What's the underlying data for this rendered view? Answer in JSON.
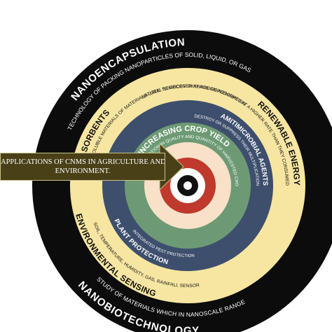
{
  "colors": {
    "outer_ring": "#0c0c0c",
    "sorbent_ring": "#f7e6a2",
    "slate_ring": "#3e4f6d",
    "green_ring": "#6d9a74",
    "cream_ring": "#f8e1c8",
    "red_ring": "#bf3a2c",
    "white_ring": "#ffffff",
    "core_black": "#111111",
    "arrow": "#4a4018"
  },
  "rings": {
    "nanoencapsulation": {
      "title": "NANOENCAPSULATION",
      "description": "TECHNOLOGY OF PACKING NANOPARTICLES OF SOLID, LIQUID, OR GAS"
    },
    "nanobiotechnology": {
      "title": "NANOBIOTECHNOLOGY",
      "description": "STUDY OF MATERIALS WHICH IN NANOSCALE RANGE"
    },
    "sorbents": {
      "title": "SORBENTS",
      "description": "INSOLUBLE MATERIALS OF MATERIALS USED TO RECOVER THROUGH ABSORPTION"
    },
    "renewable_energy": {
      "title": "RENEWABLE ENERGY",
      "description": "NATURAL SOURCES THAT ARE REPLENISHED AT A HIGHER RATE THAN THEY CONSUMED"
    },
    "environmental_sensing": {
      "title": "ENVIRONMENTAL SENSING",
      "description": "SOIL, TEMPERATURE, HUMIDITY, GAS, RAINFALL SENSOR"
    },
    "antimicrobial_agents": {
      "title": "AMITIMICROBIAL AGENTS",
      "description": "DESTROY OR SUPPRESS THEIR MULTIPLICATION"
    },
    "plant_protection": {
      "title": "PLANT PROTECTION",
      "description": "INTEGRATED PEST PROTECTION"
    },
    "increasing_crop_yield": {
      "title": "INCREASING CROP YIELD",
      "description": "MODIFICATION IN QUALITY AND QUANTITY OF HARVESTED CROP"
    }
  },
  "arrow_label": {
    "line1": "APPLICATIONS OF CNMS IN AGRICULTURE AND THE",
    "line2": "ENVIRONMENT."
  }
}
